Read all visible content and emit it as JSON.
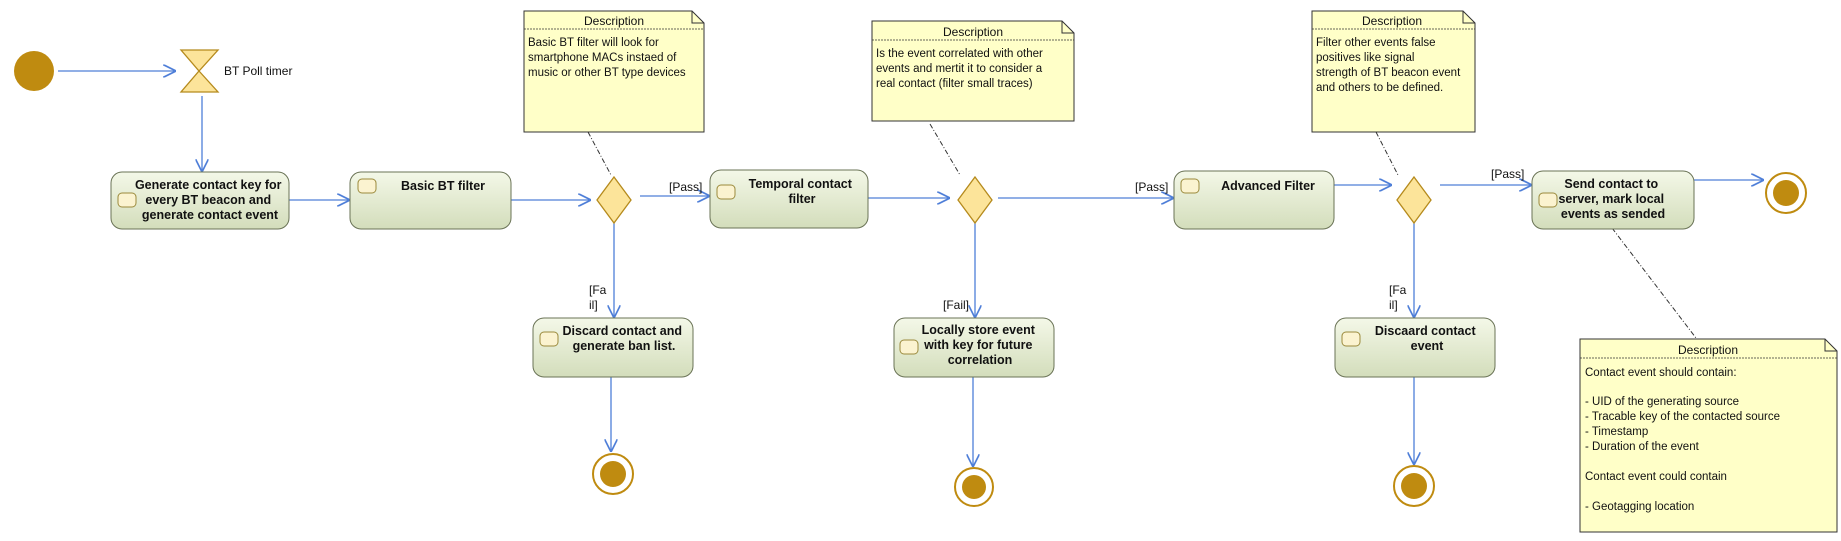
{
  "timer": {
    "label": "BT Poll timer"
  },
  "actions": {
    "generate": [
      "Generate contact key for",
      "every BT beacon and",
      "generate contact event"
    ],
    "basic": [
      "Basic BT filter"
    ],
    "discard": [
      "Discard contact and",
      "generate ban list."
    ],
    "temporal": [
      "Temporal contact",
      "filter"
    ],
    "store": [
      "Locally store event",
      "with key for future",
      "correlation"
    ],
    "advanced": [
      "Advanced Filter"
    ],
    "discaard": [
      "Discaard contact",
      "event"
    ],
    "send": [
      "Send contact to",
      "server, mark local",
      "events as sended"
    ]
  },
  "guards": {
    "pass1": "[Pass]",
    "fail1": [
      "[Fa",
      "il]"
    ],
    "fail2": "[Fail]",
    "pass2": "[Pass]",
    "fail3": [
      "[Fa",
      "il]"
    ],
    "pass3": "[Pass]"
  },
  "notes": {
    "n1": {
      "title": "Description",
      "lines": [
        "Basic BT filter will look for",
        "smartphone MACs instaed of",
        "music or other BT type devices"
      ]
    },
    "n2": {
      "title": "Description",
      "lines": [
        "Is the event correlated with other",
        "events and mertit it to consider a",
        "real contact (filter small traces)"
      ]
    },
    "n3": {
      "title": "Description",
      "lines": [
        "Filter other events false",
        "positives like signal",
        "strength of BT beacon event",
        "and others to be defined."
      ]
    },
    "n4": {
      "title": "Description",
      "lines": [
        "Contact event should contain:",
        "",
        "-  UID of the generating source",
        "-  Tracable key of the contacted source",
        "-  Timestamp",
        "-  Duration  of the event",
        "",
        "Contact event could contain",
        "",
        "- Geotagging location"
      ]
    }
  },
  "colors": {
    "edge": "#4f7fd8",
    "node_fill": "#bf8b10",
    "decision": "#fce49a",
    "note": "#ffffc8",
    "action_top": "#f4f8e8",
    "action_bottom": "#d3ddbb"
  }
}
